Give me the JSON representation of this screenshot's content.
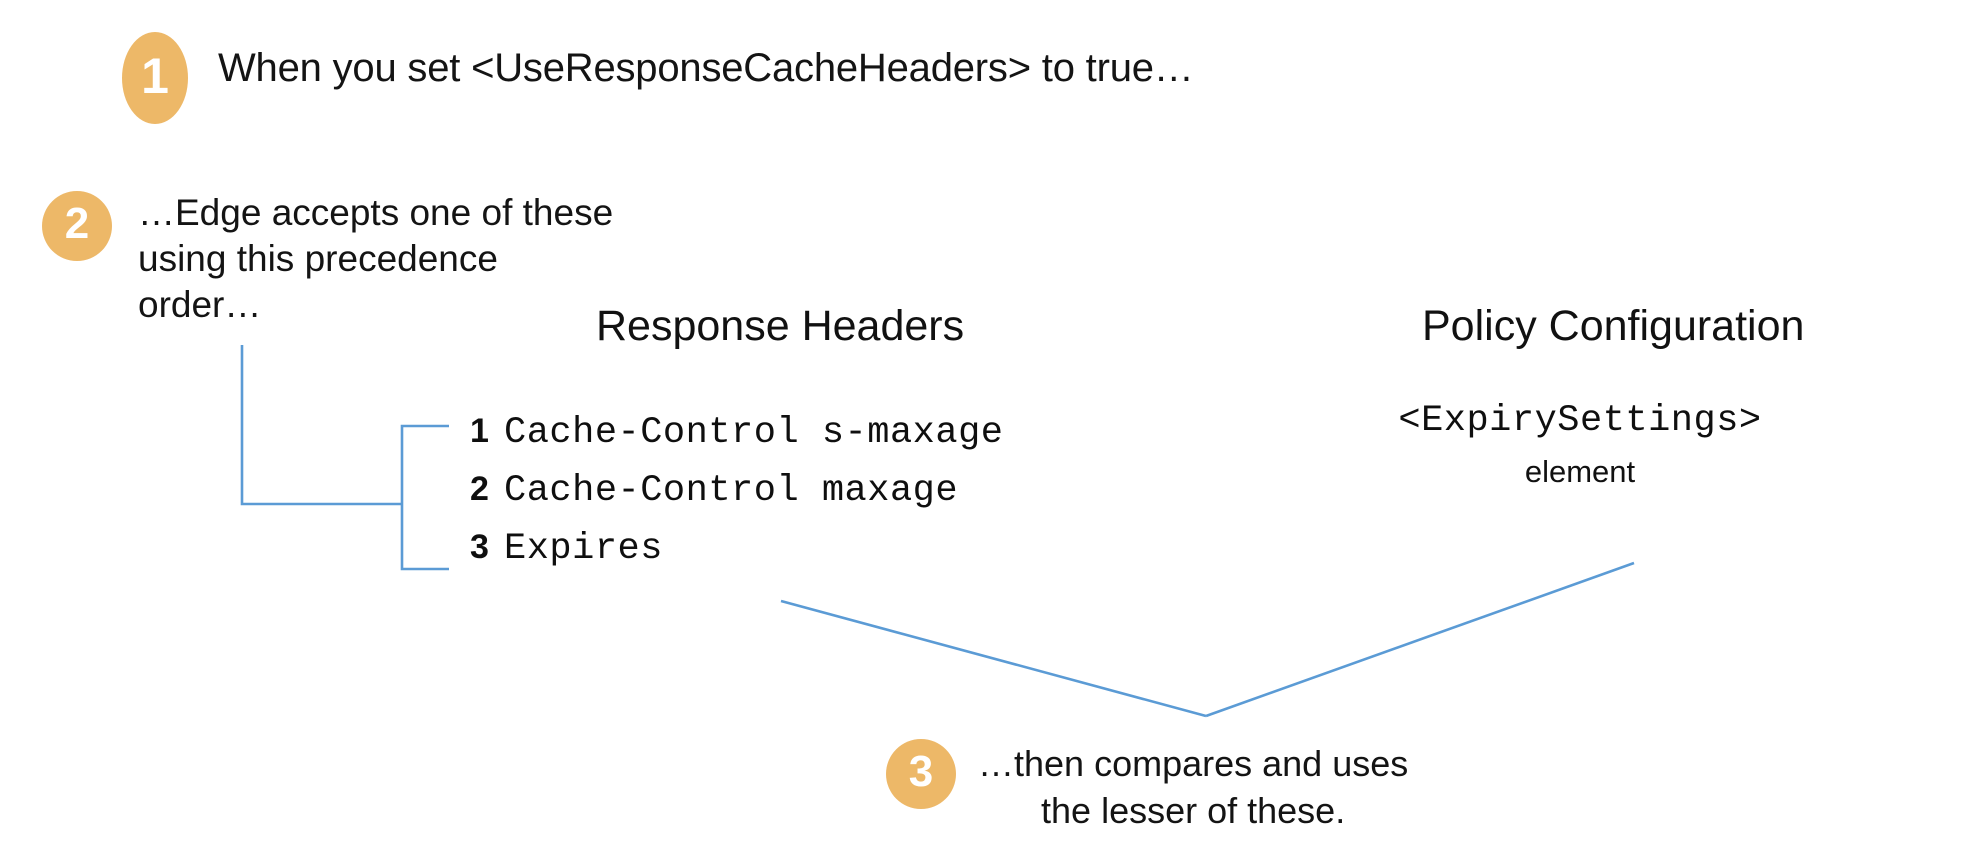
{
  "theme": {
    "background": "#ffffff",
    "badge_fill": "#edb868",
    "badge_text": "#ffffff",
    "connector_stroke": "#5b9bd5",
    "text_color": "#111111"
  },
  "steps": [
    {
      "number": "1",
      "text": "When you set <UseResponseCacheHeaders> to true…"
    },
    {
      "number": "2",
      "text": "…Edge accepts one of these\nusing this precedence\norder…"
    },
    {
      "number": "3",
      "text": "…then compares and uses\nthe lesser of these."
    }
  ],
  "columns": {
    "response_headers": {
      "heading": "Response Headers",
      "items": [
        {
          "index": "1",
          "value": "Cache-Control s-maxage"
        },
        {
          "index": "2",
          "value": "Cache-Control maxage"
        },
        {
          "index": "3",
          "value": "Expires"
        }
      ]
    },
    "policy_configuration": {
      "heading": "Policy Configuration",
      "element_code": "<ExpirySettings>",
      "element_label": "element"
    }
  }
}
